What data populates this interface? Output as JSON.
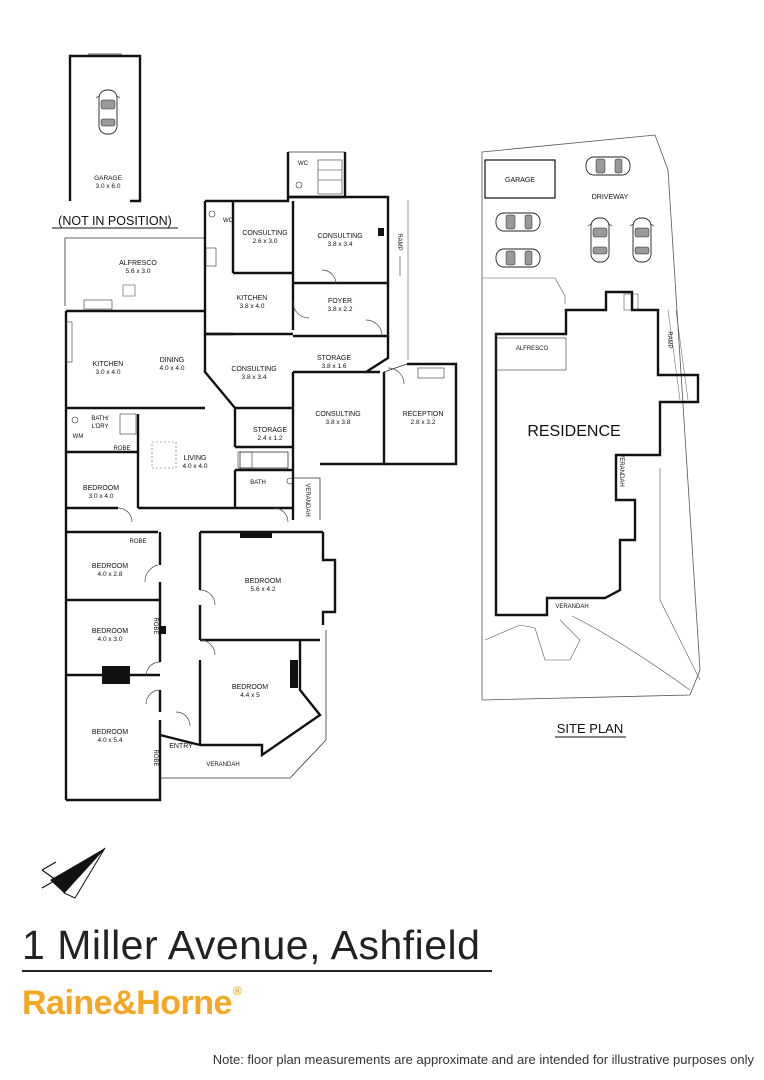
{
  "garage_detached": {
    "name": "GARAGE",
    "dims": "3.0 x 6.0",
    "caption": "(NOT IN POSITION)"
  },
  "rooms": {
    "wc_top": "WC",
    "wc_left": "WC",
    "consulting1": {
      "name": "CONSULTING",
      "dims": "2.6 x 3.0"
    },
    "consulting2": {
      "name": "CONSULTING",
      "dims": "3.8 x 3.4"
    },
    "ramp_top": "RAMP",
    "alfresco": {
      "name": "ALFRESCO",
      "dims": "5.6 x 3.0"
    },
    "kitchen_upper": {
      "name": "KITCHEN",
      "dims": "3.8 x 4.0"
    },
    "foyer": {
      "name": "FOYER",
      "dims": "3.8 x 2.2"
    },
    "kitchen": {
      "name": "KITCHEN",
      "dims": "3.0 x 4.0"
    },
    "dining": {
      "name": "DINING",
      "dims": "4.0 x 4.0"
    },
    "consulting3": {
      "name": "CONSULTING",
      "dims": "3.8 x 3.4"
    },
    "storage1": {
      "name": "STORAGE",
      "dims": "3.8 x 1.6"
    },
    "bath_ldry": {
      "name": "BATH/",
      "name2": "L'DRY"
    },
    "wm": "WM",
    "robe1": "ROBE",
    "living": {
      "name": "LIVING",
      "dims": "4.0 x 4.0"
    },
    "storage2": {
      "name": "STORAGE",
      "dims": "2.4 x 1.2"
    },
    "consulting4": {
      "name": "CONSULTING",
      "dims": "3.8 x 3.8"
    },
    "reception": {
      "name": "RECEPTION",
      "dims": "2.8 x 3.2"
    },
    "bath": "BATH",
    "verandah_side": "VERANDAH",
    "bedroom1": {
      "name": "BEDROOM",
      "dims": "3.0 x 4.0"
    },
    "robe2": "ROBE",
    "bedroom2": {
      "name": "BEDROOM",
      "dims": "4.0 x 2.8"
    },
    "bedroom3": {
      "name": "BEDROOM",
      "dims": "5.6 x 4.2"
    },
    "bedroom4": {
      "name": "BEDROOM",
      "dims": "4.0 x 3.0"
    },
    "robe3": "ROBE",
    "bedroom5": {
      "name": "BEDROOM",
      "dims": "4.4 x 5"
    },
    "bedroom6": {
      "name": "BEDROOM",
      "dims": "4.0 x 5.4"
    },
    "robe4": "ROBE",
    "entry": "ENTRY",
    "verandah_front": "VERANDAH"
  },
  "site": {
    "garage": "GARAGE",
    "driveway": "DRIVEWAY",
    "alfresco": "ALFRESCO",
    "ramp": "RAMP",
    "residence": "RESIDENCE",
    "verandah_side": "VERANDAH",
    "verandah_front": "VERANDAH",
    "caption": "SITE PLAN"
  },
  "address": "1 Miller Avenue, Ashfield",
  "brand": {
    "name": "Raine&Horne",
    "mark": "®",
    "color": "#f5a623"
  },
  "note": "Note: floor plan measurements are approximate and are intended for illustrative purposes only",
  "icons": [
    "north-arrow-icon",
    "car-icon",
    "stairs-icon"
  ]
}
